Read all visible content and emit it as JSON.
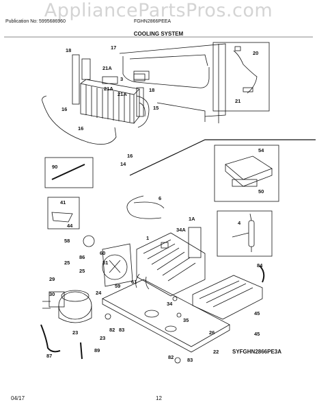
{
  "watermark": "AppliancePartsPros.com",
  "header": {
    "publication": "Publication No: 5995686960",
    "model": "FGHN2866PEEA",
    "title": "COOLING SYSTEM"
  },
  "diagram_code": "SYFGHN2866PE3A",
  "footer": {
    "date": "04/17",
    "page": "12"
  },
  "callouts": [
    "18",
    "17",
    "3",
    "21A",
    "21A",
    "21A",
    "18",
    "20",
    "21",
    "16",
    "15",
    "16",
    "16",
    "14",
    "90",
    "54",
    "50",
    "41",
    "44",
    "6",
    "1A",
    "34A",
    "4",
    "1",
    "58",
    "86",
    "60",
    "81",
    "25",
    "25",
    "61",
    "59",
    "84",
    "29",
    "24",
    "30",
    "34",
    "35",
    "45",
    "23",
    "82",
    "83",
    "23",
    "26",
    "45",
    "87",
    "89",
    "22",
    "82",
    "83"
  ],
  "colors": {
    "line": "#111111",
    "watermark": "#d4d4d4"
  }
}
